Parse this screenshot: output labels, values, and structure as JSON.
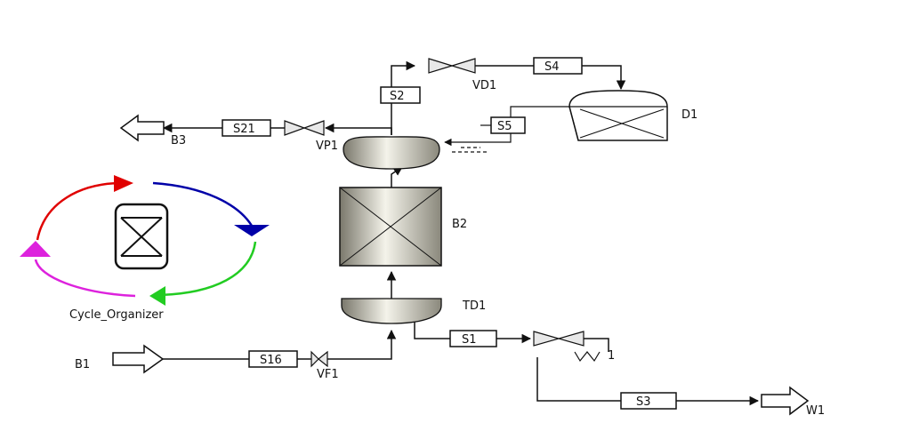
{
  "diagram": {
    "streams": {
      "s1": "S1",
      "s2": "S2",
      "s3": "S3",
      "s4": "S4",
      "s5": "S5",
      "s16": "S16",
      "s21": "S21"
    },
    "blocks": {
      "b1": "B1",
      "b2": "B2",
      "b3": "B3",
      "d1": "D1",
      "td1": "TD1",
      "vd1": "VD1",
      "vf1": "VF1",
      "vp1": "VP1",
      "w1": "W1",
      "valve_1": "1"
    },
    "cycle_organizer": "Cycle_Organizer"
  },
  "colors": {
    "cycle_red": "#e00000",
    "cycle_blue": "#0000a8",
    "cycle_green": "#22cc22",
    "cycle_magenta": "#dd22dd"
  }
}
